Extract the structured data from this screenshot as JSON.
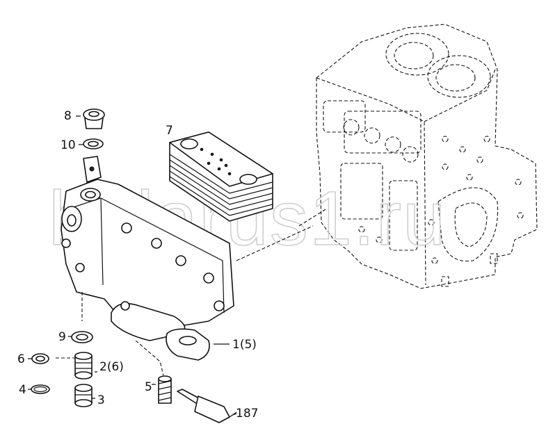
{
  "diagram": {
    "part_labels": [
      {
        "id": "p8",
        "text": "8"
      },
      {
        "id": "p10",
        "text": "10"
      },
      {
        "id": "p7",
        "text": "7"
      },
      {
        "id": "p9",
        "text": "9"
      },
      {
        "id": "p1",
        "text": "1(5)"
      },
      {
        "id": "p6",
        "text": "6"
      },
      {
        "id": "p2",
        "text": "2(6)"
      },
      {
        "id": "p4",
        "text": "4"
      },
      {
        "id": "p3",
        "text": "3"
      },
      {
        "id": "p5",
        "text": "5"
      },
      {
        "id": "p187",
        "text": "187"
      }
    ],
    "watermark": "belarus1.ru"
  }
}
